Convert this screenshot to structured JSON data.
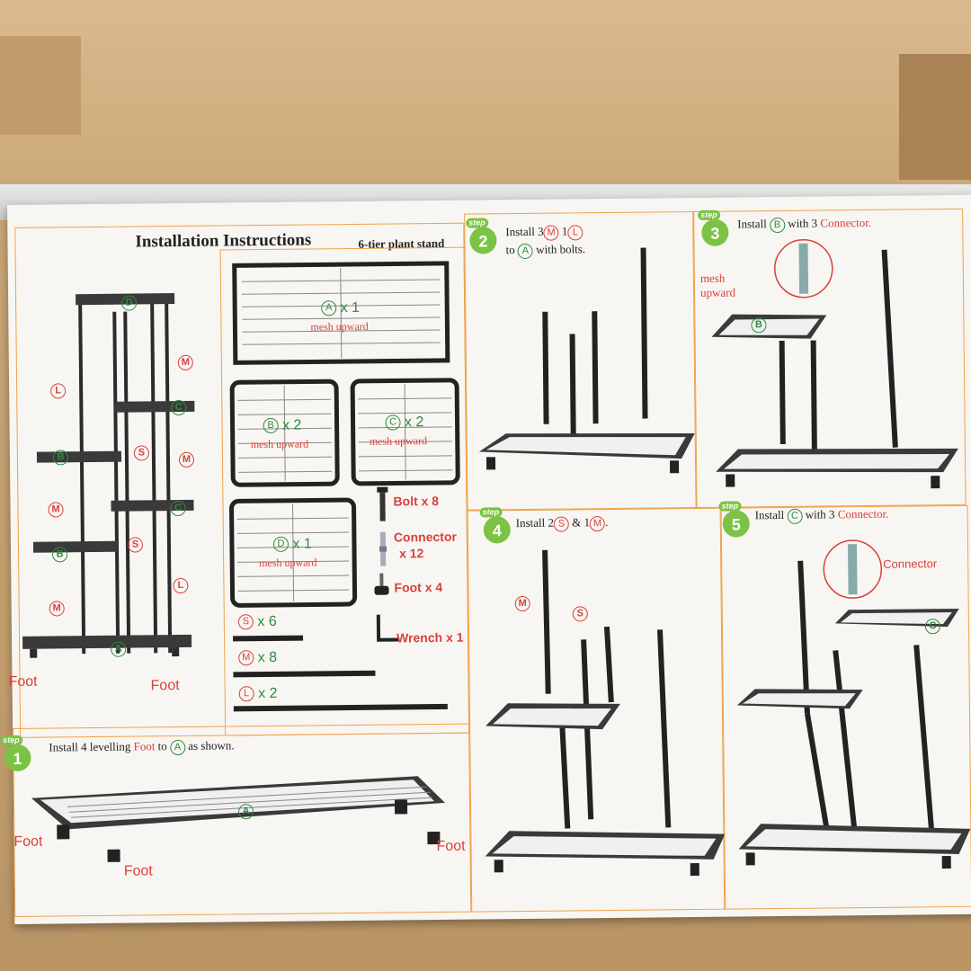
{
  "header": {
    "title": "Installation Instructions",
    "subtitle": "6-tier plant stand"
  },
  "parts": {
    "A": {
      "letter": "A",
      "qty": "x 1",
      "note": "mesh upward"
    },
    "B": {
      "letter": "B",
      "qty": "x 2",
      "note": "mesh upward"
    },
    "C": {
      "letter": "C",
      "qty": "x 2",
      "note": "mesh upward"
    },
    "D": {
      "letter": "D",
      "qty": "x 1",
      "note": "mesh upward"
    },
    "bolt": "Bolt x 8",
    "connector": "Connector",
    "connector_qty": "x 12",
    "foot": "Foot x 4",
    "wrench": "Wrench x 1",
    "S": {
      "letter": "S",
      "qty": "x 6"
    },
    "M": {
      "letter": "M",
      "qty": "x 8"
    },
    "L": {
      "letter": "L",
      "qty": "x 2"
    }
  },
  "overview": {
    "foot_label": "Foot",
    "labels": [
      "D",
      "M",
      "L",
      "C",
      "B",
      "S",
      "M",
      "M",
      "C",
      "S",
      "B",
      "L",
      "M",
      "A"
    ]
  },
  "steps": {
    "s1": {
      "badge_word": "step",
      "num": "1",
      "pre": "Install 4 levelling",
      "mid": "Foot",
      "to": "to",
      "letter": "A",
      "post": "as shown.",
      "foot_label": "Foot"
    },
    "s2": {
      "badge_word": "step",
      "num": "2",
      "line1_pre": "Install 3",
      "m": "M",
      "one": "1",
      "l": "L",
      "line2_pre": "to",
      "a": "A",
      "line2_post": "with bolts."
    },
    "s3": {
      "badge_word": "step",
      "num": "3",
      "pre": "Install",
      "b": "B",
      "mid": "with 3",
      "connector": "Connector.",
      "mesh": "mesh",
      "upward": "upward"
    },
    "s4": {
      "badge_word": "step",
      "num": "4",
      "pre": "Install 2",
      "s": "S",
      "amp": "& 1",
      "m": "M",
      "dot": "."
    },
    "s5": {
      "badge_word": "step",
      "num": "5",
      "pre": "Install",
      "c": "C",
      "mid": "with 3",
      "connector": "Connector.",
      "callout": "Connector"
    }
  },
  "colors": {
    "accent_orange": "#f0a24a",
    "red": "#d9403a",
    "green": "#2f8a3e",
    "badge_green": "#7cc246"
  }
}
